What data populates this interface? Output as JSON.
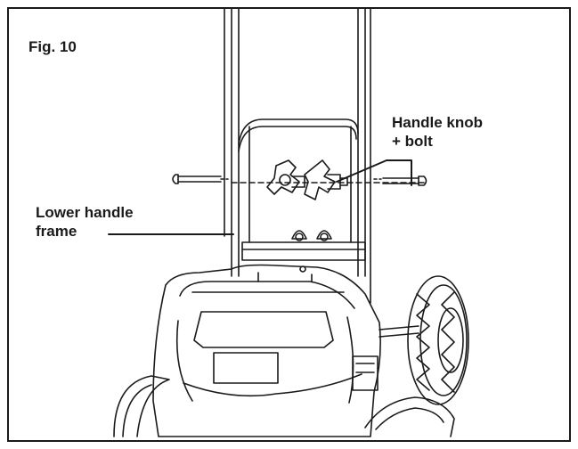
{
  "figure": {
    "label": "Fig. 10"
  },
  "callouts": {
    "handle_knob": {
      "line1": "Handle knob",
      "line2": "+ bolt"
    },
    "lower_handle_frame": {
      "line1": "Lower handle",
      "line2": "frame"
    }
  },
  "colors": {
    "ink": "#1a1a1a",
    "paper": "#ffffff"
  }
}
